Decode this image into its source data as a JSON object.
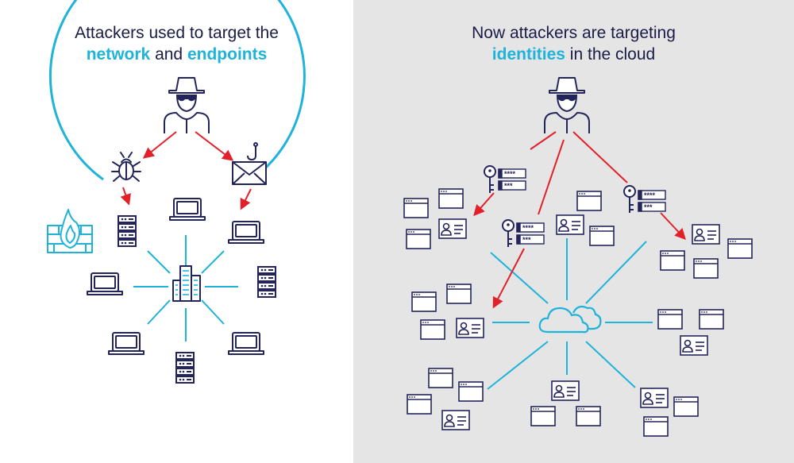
{
  "left_panel": {
    "title_line1": "Attackers used to target the",
    "title_accent_a": "network",
    "title_join": " and ",
    "title_accent_b": "endpoints"
  },
  "right_panel": {
    "title_line1": "Now attackers are targeting",
    "title_accent": "identities",
    "title_rest": " in the cloud"
  },
  "credential_mask_top": "****",
  "credential_mask_bottom": "***",
  "colors": {
    "navy": "#23245a",
    "accent_blue": "#1fb3da",
    "arrow_red": "#e3202a",
    "right_bg": "#e5e5e6"
  },
  "icons": [
    "hacker-icon",
    "bug-icon",
    "phishing-email-icon",
    "firewall-icon",
    "server-icon",
    "laptop-icon",
    "office-building-icon",
    "cloud-icon",
    "key-icon",
    "password-field-icon",
    "browser-window-icon",
    "id-card-icon"
  ]
}
